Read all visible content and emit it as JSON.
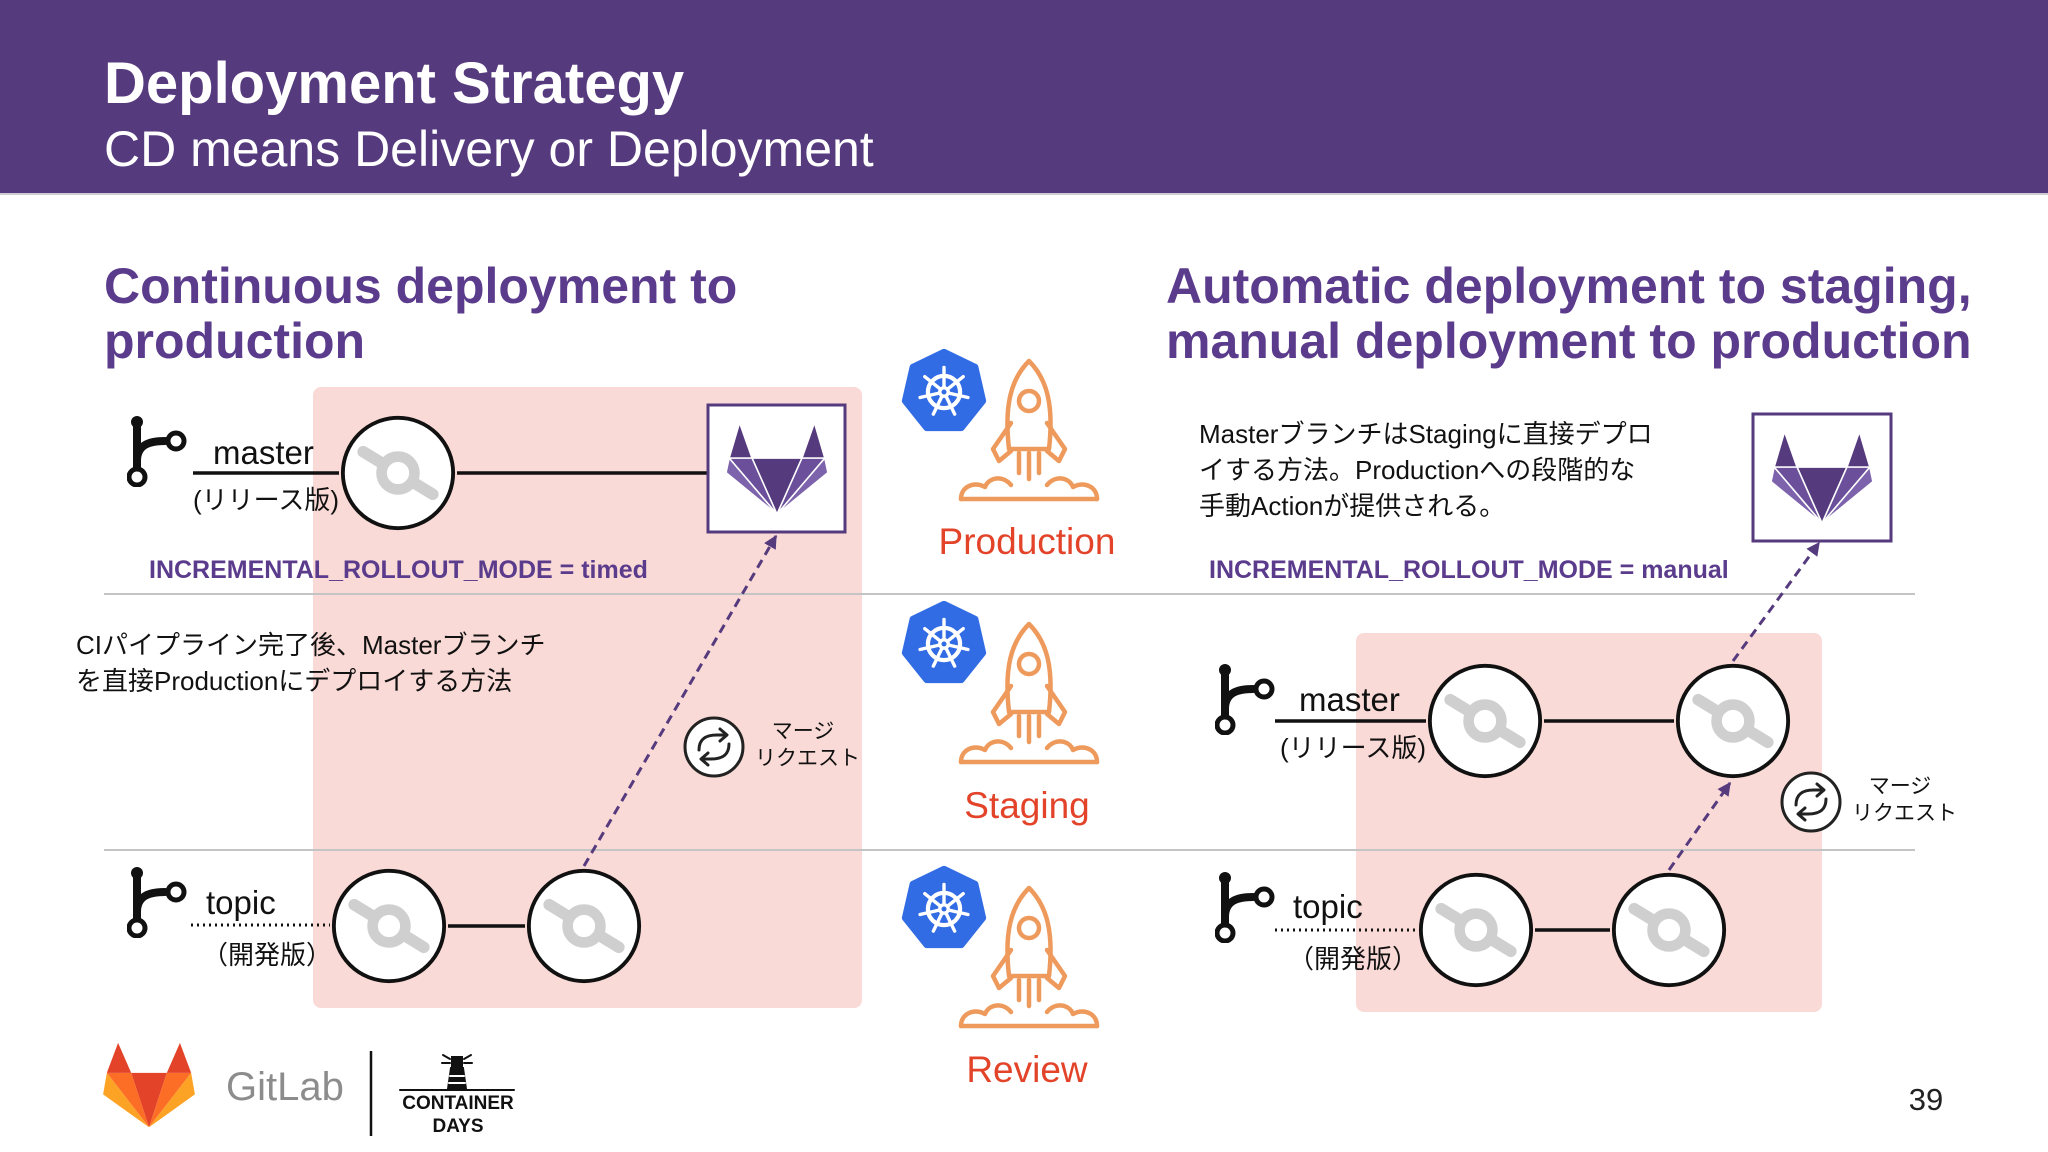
{
  "slide": {
    "title": "Deployment Strategy",
    "subtitle": "CD means Delivery or Deployment",
    "page_number": "39"
  },
  "left": {
    "heading": [
      "Continuous deployment to",
      "production"
    ],
    "master": {
      "label": "master",
      "sub": "(リリース版)"
    },
    "rollout_mode": "INCREMENTAL_ROLLOUT_MODE = timed",
    "description": [
      "CIパイプライン完了後、Masterブランチ",
      "を直接Productionにデプロイする方法"
    ],
    "merge_request": [
      "マージ",
      "リクエスト"
    ],
    "topic": {
      "label": "topic",
      "sub": "（開発版）"
    }
  },
  "environments": [
    "Production",
    "Staging",
    "Review"
  ],
  "right": {
    "heading": [
      "Automatic deployment to staging,",
      "manual deployment to production"
    ],
    "description": [
      "MasterブランチはStagingに直接デプロ",
      "イする方法。Productionへの段階的な",
      "手動Actionが提供される。"
    ],
    "rollout_mode": "INCREMENTAL_ROLLOUT_MODE = manual",
    "master": {
      "label": "master",
      "sub": "(リリース版)"
    },
    "merge_request": [
      "マージ",
      "リクエスト"
    ],
    "topic": {
      "label": "topic",
      "sub": "（開発版）"
    }
  },
  "footer": {
    "brand": "GitLab",
    "event_logo": [
      "CONTAINER",
      "DAYS"
    ]
  },
  "icons": {
    "branch": "git-branch-icon",
    "commit": "commit-icon",
    "deploy_target": "gitlab-tanuki-icon",
    "environment": "kubernetes-icon",
    "launch": "rocket-icon",
    "merge_request": "merge-request-icon",
    "brand_logo": "gitlab-fox-logo",
    "event_logo": "lighthouse-icon"
  },
  "colors": {
    "header_bg": "#563a7e",
    "heading": "#5b3b8c",
    "highlight_box": "#f9dad6",
    "environment_label": "#e24329",
    "kubernetes": "#326ce5",
    "rocket": "#ee9a5c",
    "arrow": "#563a7e"
  }
}
